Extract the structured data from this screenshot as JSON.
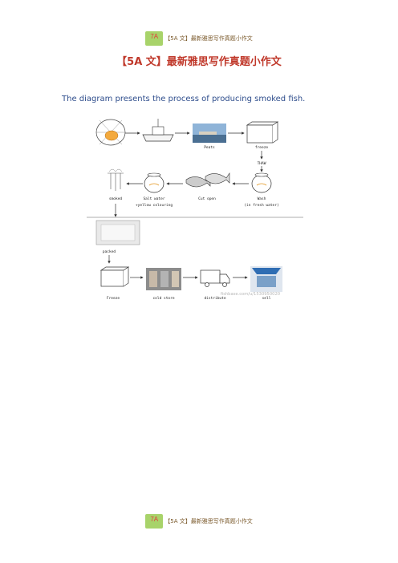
{
  "header": {
    "logo": "7A",
    "text": "【5A 文】最新雅思写作真题小作文"
  },
  "title": "【5A 文】最新雅思写作真题小作文",
  "intro": "The diagram presents the process of producing smoked fish.",
  "diagram": {
    "steps": {
      "peats": "Peats",
      "freeze_top": "freeze",
      "thaw": "THAW",
      "wash": "Wash",
      "wash_note": "(in fresh water)",
      "cut_open": "Cut open",
      "salt_water": "Salt water",
      "salt_note": "+yellow colouring",
      "smoked": "smoked",
      "packed": "packed",
      "freeze_bottom": "Freeze",
      "cold_store": "cold store",
      "distribute": "distribute",
      "sell": "sell"
    },
    "watermark": "fishbase.com/u/1530950020"
  },
  "footer": {
    "logo": "7A",
    "text": "【5A 文】最新雅思写作真题小作文"
  },
  "colors": {
    "title": "#c0392b",
    "intro": "#2e4d8c",
    "logo_bg": "#a8d36a",
    "logo_text": "#e43b3b",
    "header_text": "#7b5a2c"
  }
}
